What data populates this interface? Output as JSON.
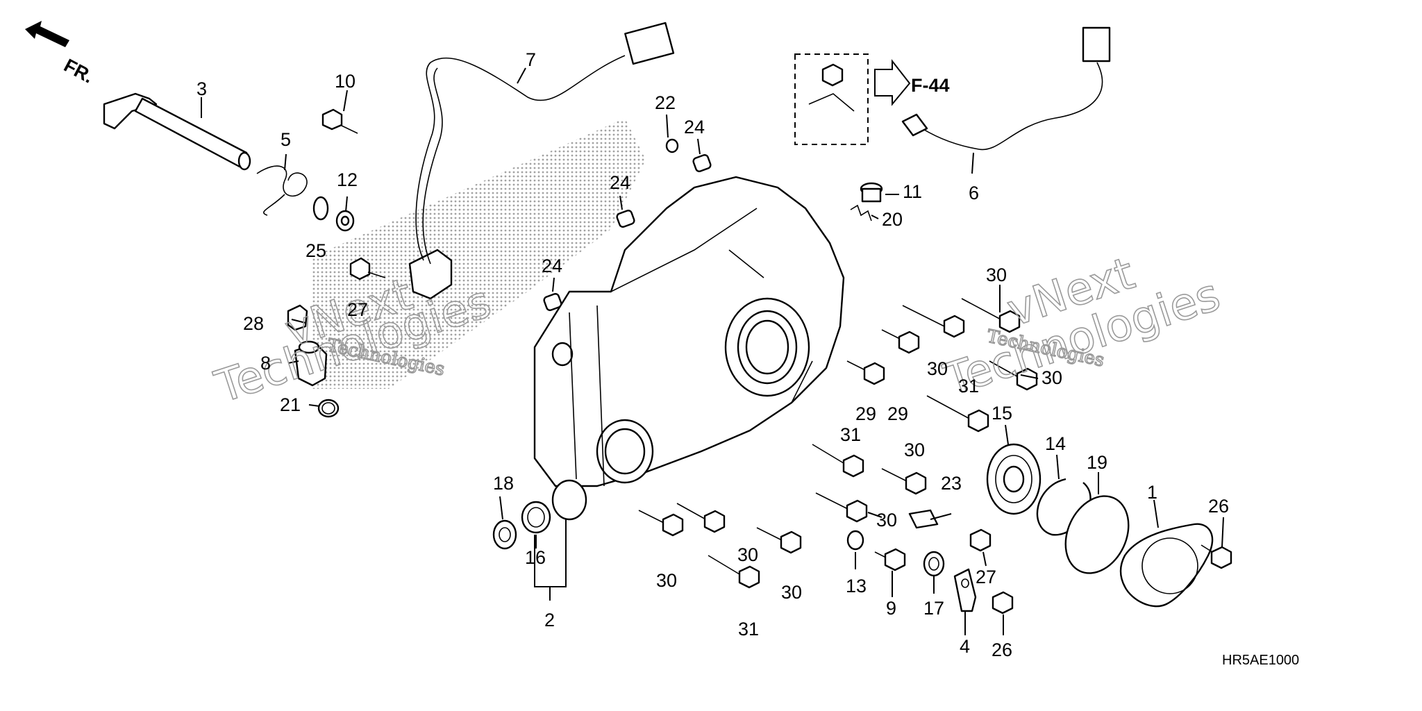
{
  "diagram": {
    "direction_label": "FR.",
    "ref_label": "F-44",
    "code": "HR5AE1000",
    "watermark_line1": "vNext",
    "watermark_line2": "Technologies"
  },
  "callouts": [
    {
      "id": "c1",
      "text": "1"
    },
    {
      "id": "c2",
      "text": "2"
    },
    {
      "id": "c3",
      "text": "3"
    },
    {
      "id": "c4",
      "text": "4"
    },
    {
      "id": "c5",
      "text": "5"
    },
    {
      "id": "c6",
      "text": "6"
    },
    {
      "id": "c7",
      "text": "7"
    },
    {
      "id": "c8",
      "text": "8"
    },
    {
      "id": "c9",
      "text": "9"
    },
    {
      "id": "c10",
      "text": "10"
    },
    {
      "id": "c11",
      "text": "11"
    },
    {
      "id": "c12",
      "text": "12"
    },
    {
      "id": "c13",
      "text": "13"
    },
    {
      "id": "c14",
      "text": "14"
    },
    {
      "id": "c15",
      "text": "15"
    },
    {
      "id": "c16",
      "text": "16"
    },
    {
      "id": "c17",
      "text": "17"
    },
    {
      "id": "c18",
      "text": "18"
    },
    {
      "id": "c19",
      "text": "19"
    },
    {
      "id": "c20",
      "text": "20"
    },
    {
      "id": "c21",
      "text": "21"
    },
    {
      "id": "c22",
      "text": "22"
    },
    {
      "id": "c24a",
      "text": "24"
    },
    {
      "id": "c24b",
      "text": "24"
    },
    {
      "id": "c24c",
      "text": "24"
    },
    {
      "id": "c25",
      "text": "25"
    },
    {
      "id": "c26a",
      "text": "26"
    },
    {
      "id": "c26b",
      "text": "26"
    },
    {
      "id": "c27a",
      "text": "27"
    },
    {
      "id": "c27b",
      "text": "27"
    },
    {
      "id": "c28",
      "text": "28"
    },
    {
      "id": "c29a",
      "text": "29"
    },
    {
      "id": "c29b",
      "text": "29"
    },
    {
      "id": "c30a",
      "text": "30"
    },
    {
      "id": "c30b",
      "text": "30"
    },
    {
      "id": "c30c",
      "text": "30"
    },
    {
      "id": "c30d",
      "text": "30"
    },
    {
      "id": "c30e",
      "text": "30"
    },
    {
      "id": "c30f",
      "text": "30"
    },
    {
      "id": "c30g",
      "text": "30"
    },
    {
      "id": "c30h",
      "text": "30"
    },
    {
      "id": "c31a",
      "text": "31"
    },
    {
      "id": "c31b",
      "text": "31"
    },
    {
      "id": "c31c",
      "text": "31"
    },
    {
      "id": "c23",
      "text": "23"
    }
  ]
}
